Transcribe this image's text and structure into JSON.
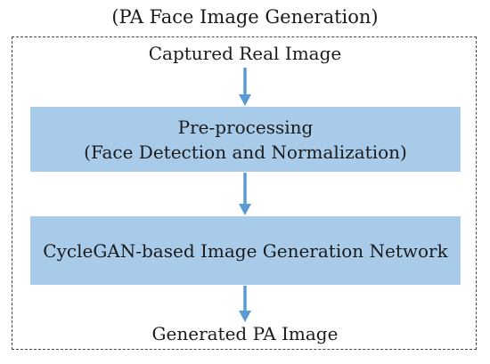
{
  "diagram": {
    "title": "(PA Face Image Generation)",
    "input_label": "Captured Real Image",
    "steps": [
      {
        "line1": "Pre-processing",
        "line2": "(Face Detection and Normalization)"
      },
      {
        "line1": "CycleGAN-based Image Generation Network"
      }
    ],
    "output_label": "Generated PA Image",
    "colors": {
      "box_fill": "#a9cbea",
      "arrow": "#5b9bd5",
      "frame_border": "#444444"
    }
  }
}
